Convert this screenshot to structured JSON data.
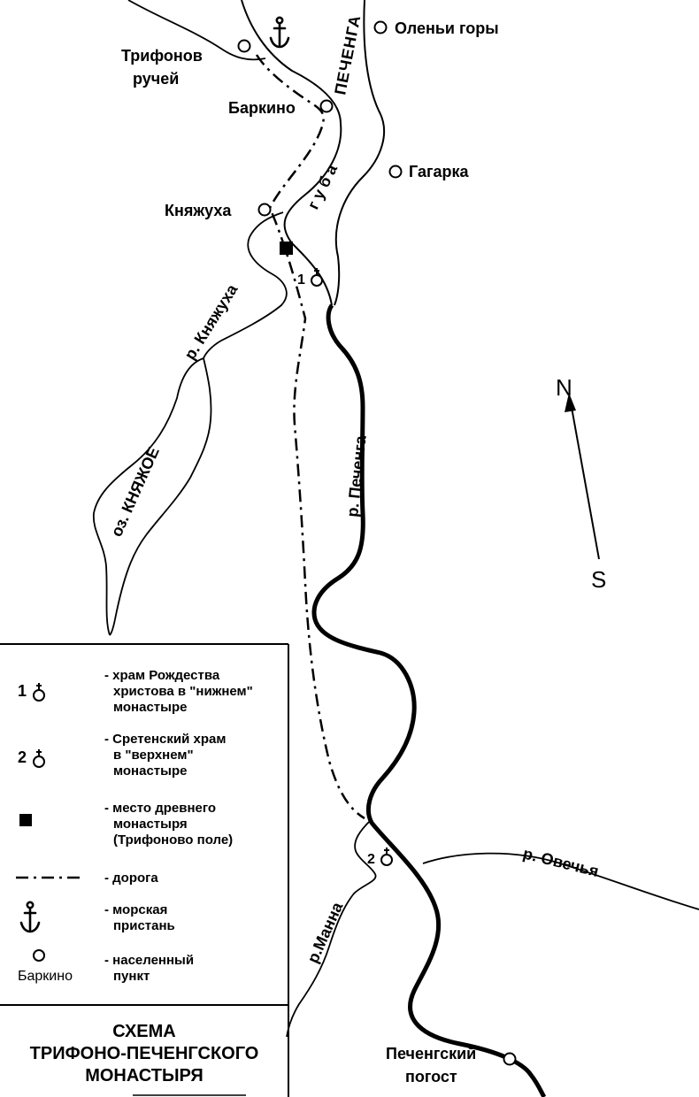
{
  "places": {
    "oleni_gory": "Оленьи горы",
    "trifonov_1": "Трифонов",
    "trifonov_2": "ручей",
    "barkino": "Баркино",
    "gagarka": "Гагарка",
    "knyazhukha": "Княжуха",
    "pechenga_sea": "ПЕЧЕНГА",
    "guba": "губа",
    "r_knyazhukha": "р. Княжуха",
    "oz_knyazhoe": "оз. КНЯЖОЕ",
    "r_pechenga": "р. Печенга",
    "r_ovechya": "р. Овечья",
    "r_manna": "р.Манна",
    "pechengsky_1": "Печенгский",
    "pechengsky_2": "погост",
    "church1_num": "1",
    "church2_num": "2"
  },
  "compass": {
    "north": "N",
    "south": "S"
  },
  "legend": [
    {
      "symbol": "church",
      "num": "1",
      "lines": [
        "- храм Рождества",
        "христова в \"нижнем\"",
        "монастыре"
      ]
    },
    {
      "symbol": "church",
      "num": "2",
      "lines": [
        "- Сретенский храм",
        "в \"верхнем\"",
        "монастыре"
      ]
    },
    {
      "symbol": "square",
      "num": "",
      "lines": [
        "- место древнего",
        "монастыря",
        "(Трифоново поле)"
      ]
    },
    {
      "symbol": "road",
      "num": "",
      "lines": [
        "- дорога"
      ]
    },
    {
      "symbol": "anchor",
      "num": "",
      "lines": [
        "- морская",
        "пристань"
      ]
    },
    {
      "symbol": "settlement",
      "num": "Баркино",
      "lines": [
        "- населенный",
        "пункт"
      ]
    }
  ],
  "title": [
    "СХЕМА",
    "ТРИФОНО-ПЕЧЕНГСКОГО",
    "МОНАСТЫРЯ"
  ]
}
